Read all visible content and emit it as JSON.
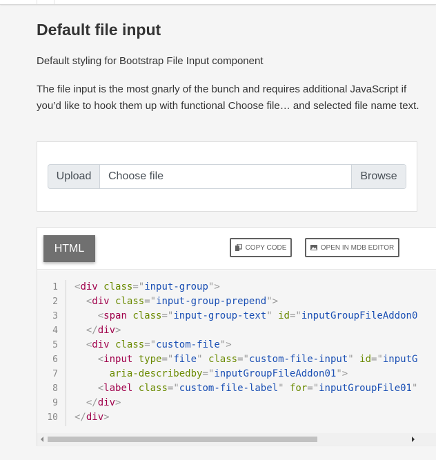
{
  "section": {
    "title": "Default file input",
    "lead": "Default styling for Bootstrap File Input component",
    "description": "The file input is the most gnarly of the bunch and requires additional JavaScript if you’d like to hook them up with functional Choose file… and selected file name text."
  },
  "example": {
    "prepend_label": "Upload",
    "file_label": "Choose file",
    "browse_label": "Browse"
  },
  "code_panel": {
    "tab_label": "HTML",
    "copy_label": "COPY CODE",
    "open_label": "OPEN IN MDB EDITOR",
    "line_numbers": [
      "1",
      "2",
      "3",
      "4",
      "5",
      "6",
      "7",
      "8",
      "9",
      "10"
    ]
  },
  "colors": {
    "tab_active_bg": "#707070",
    "tag": "#a0004b",
    "attr": "#6a8a00",
    "value": "#1a4fb4"
  }
}
